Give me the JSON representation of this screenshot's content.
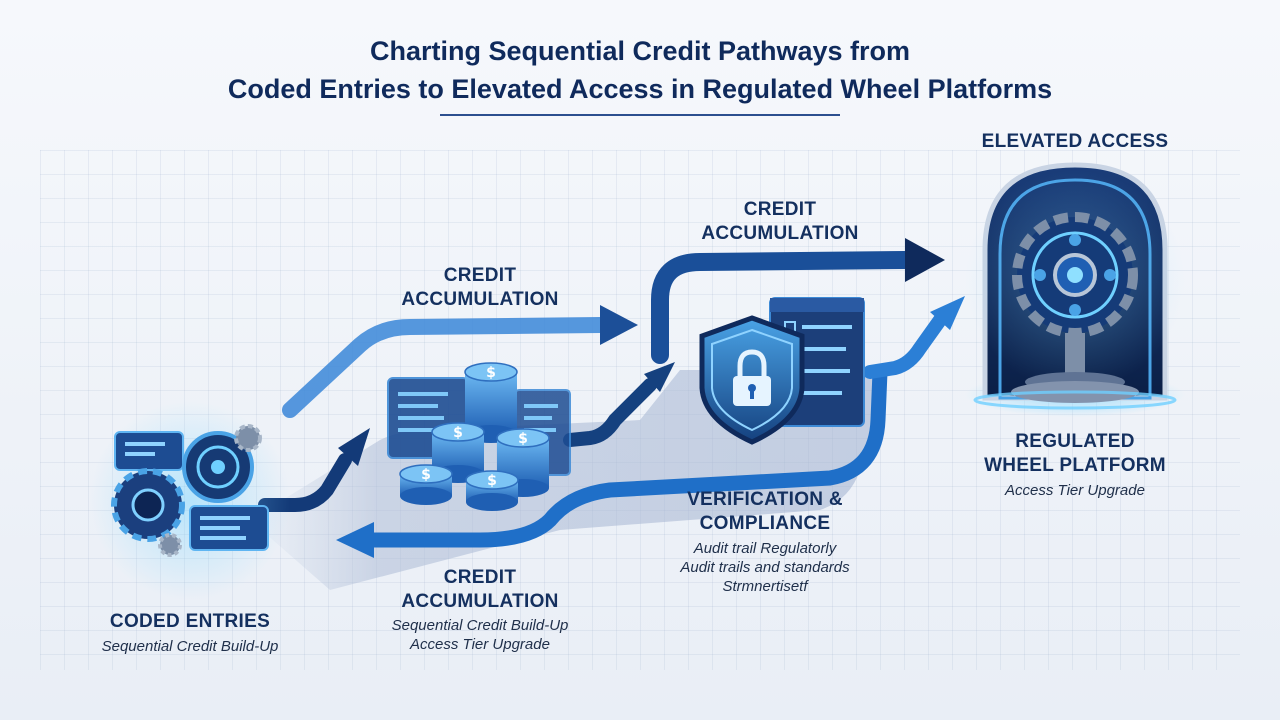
{
  "title": {
    "line1": "Charting Sequential Credit Pathways from",
    "line2": "Coded Entries to Elevated Access in Regulated Wheel Platforms"
  },
  "stages": {
    "coded_entries": {
      "label": "CODED ENTRIES",
      "subtitle": "Sequential Credit Build-Up"
    },
    "credit_top": {
      "line1": "CREDIT",
      "line2": "ACCUMULATION"
    },
    "credit_mid": {
      "line1": "CREDIT",
      "line2": "ACCUMULATION"
    },
    "credit_bottom": {
      "line1": "CREDIT",
      "line2": "ACCUMULATION",
      "sub1": "Sequential Credit Build-Up",
      "sub2": "Access Tier Upgrade"
    },
    "verification": {
      "line1": "VERIFICATION &",
      "line2": "COMPLIANCE",
      "sub1": "Audit trail Regulatorly",
      "sub2": "Audit trails and standards",
      "sub3": "Strmnertisetf"
    },
    "elevated_access": {
      "label": "ELEVATED ACCESS"
    },
    "platform": {
      "line1": "REGULATED",
      "line2": "WHEEL PLATFORM",
      "subtitle": "Access Tier Upgrade"
    }
  },
  "icons": {
    "coded_entries": "gear-cluster-icon",
    "coins": "coin-stack-icon",
    "verification": "shield-lock-icon",
    "platform": "wheel-gate-icon",
    "currency": "dollar-icon"
  },
  "colors": {
    "navy": "#0f2a5c",
    "blue": "#1f5fb3",
    "light_blue": "#4aa3e6",
    "glow": "#6fd0ff"
  }
}
